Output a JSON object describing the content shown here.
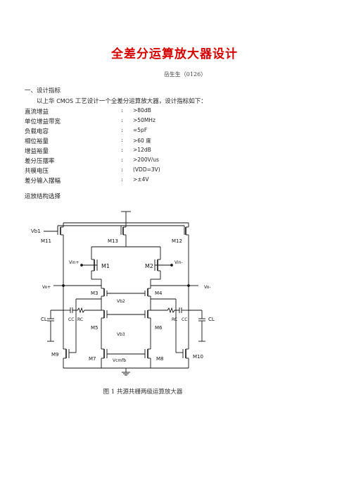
{
  "doc": {
    "title": "全差分运算放大器设计",
    "author": "岳生生（0126）",
    "section_heading": "一、设计指标",
    "intro_prefix": "以上华",
    "intro_process": "CMOS",
    "intro_suffix": "工艺设计一个全差分运算放大器，设计指标如下：",
    "specs": [
      {
        "label": "直流增益",
        "colon": ":",
        "value": ">80dB"
      },
      {
        "label": "单位增益带宽",
        "colon": ":",
        "value": ">50MHz"
      },
      {
        "label": "负载电容",
        "colon": ":",
        "value": "=5pF"
      },
      {
        "label": "相位裕量",
        "colon": ":",
        "value": ">60 度"
      },
      {
        "label": "增益裕量",
        "colon": ":",
        "value": ">12dB"
      },
      {
        "label": "差分压摆率",
        "colon": ":",
        "value": ">200V/us"
      },
      {
        "label": "共模电压",
        "colon": ":",
        "value": "(VDD=3V)"
      },
      {
        "label": "差分输入摆幅",
        "colon": ":",
        "value": ">±4V"
      }
    ],
    "structure_heading": "运放结构选择",
    "figure_caption": "图 1  共源共栅两级运算放大器"
  },
  "circuit": {
    "labels": {
      "vb1": "Vb1",
      "m11": "M11",
      "m13": "M13",
      "m12": "M12",
      "vin_plus": "Vin+",
      "vin_minus": "Vin-",
      "m1": "M1",
      "m2": "M2",
      "vo_plus": "Vo+",
      "vo_minus": "Vo-",
      "m3": "M3",
      "m4": "M4",
      "vb2": "Vb2",
      "m5": "M5",
      "m6": "M6",
      "vb3": "Vb3",
      "cl_left": "CL",
      "cc_left": "CC",
      "rc_left": "RC",
      "rc_right": "RC",
      "cc_right": "CC",
      "cl_right": "CL",
      "m9": "M9",
      "m7": "M7",
      "vcmfb": "Vcmfb",
      "m8": "M8",
      "m10": "M10"
    }
  }
}
